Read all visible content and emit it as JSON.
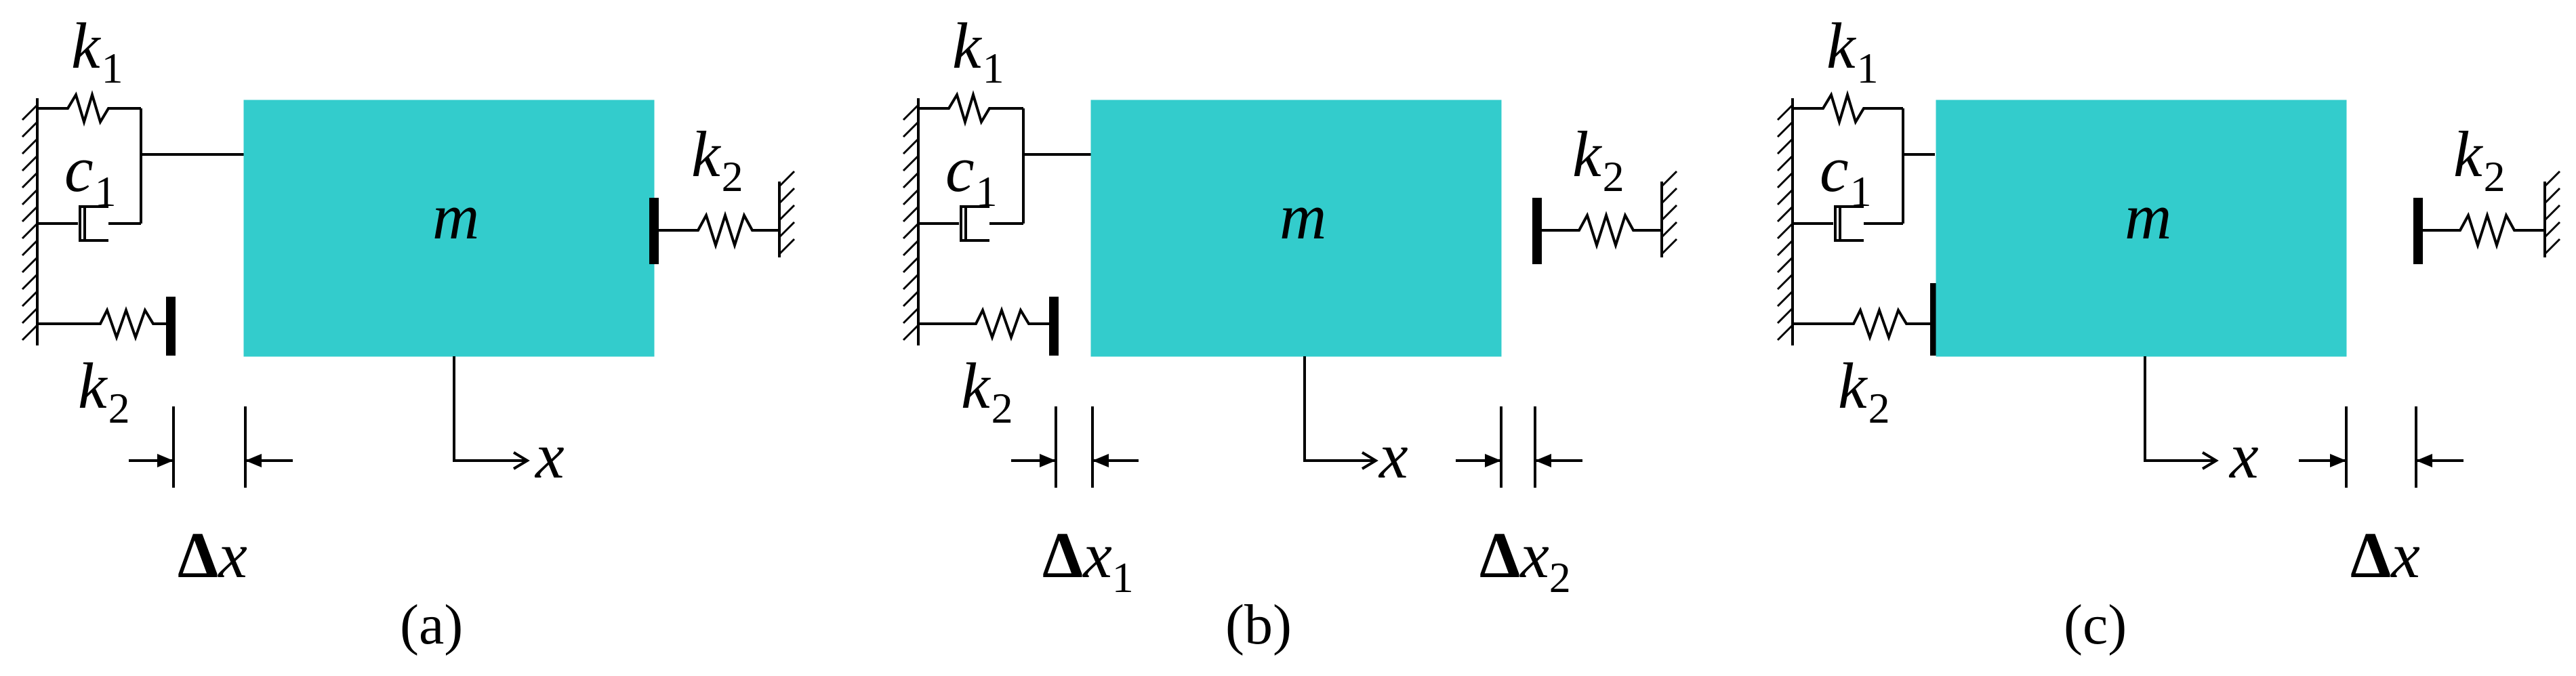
{
  "colors": {
    "mass_fill": "#33CCCC",
    "line": "#000000",
    "background": "#FFFFFF"
  },
  "panels": [
    {
      "id": "a",
      "caption": "(a)",
      "mass_label": "m",
      "labels": {
        "k1": "k",
        "k1_sub": "1",
        "c1": "c",
        "c1_sub": "1",
        "k2_left": "k",
        "k2_left_sub": "2",
        "k2_right": "k",
        "k2_right_sub": "2",
        "x": "x"
      },
      "gaps": [
        {
          "delta": "Δ",
          "var": "x",
          "sub": ""
        }
      ]
    },
    {
      "id": "b",
      "caption": "(b)",
      "mass_label": "m",
      "labels": {
        "k1": "k",
        "k1_sub": "1",
        "c1": "c",
        "c1_sub": "1",
        "k2_left": "k",
        "k2_left_sub": "2",
        "k2_right": "k",
        "k2_right_sub": "2",
        "x": "x"
      },
      "gaps": [
        {
          "delta": "Δ",
          "var": "x",
          "sub": "1"
        },
        {
          "delta": "Δ",
          "var": "x",
          "sub": "2"
        }
      ]
    },
    {
      "id": "c",
      "caption": "(c)",
      "mass_label": "m",
      "labels": {
        "k1": "k",
        "k1_sub": "1",
        "c1": "c",
        "c1_sub": "1",
        "k2_left": "k",
        "k2_left_sub": "2",
        "k2_right": "k",
        "k2_right_sub": "2",
        "x": "x"
      },
      "gaps": [
        {
          "delta": "Δ",
          "var": "x",
          "sub": ""
        }
      ]
    }
  ]
}
